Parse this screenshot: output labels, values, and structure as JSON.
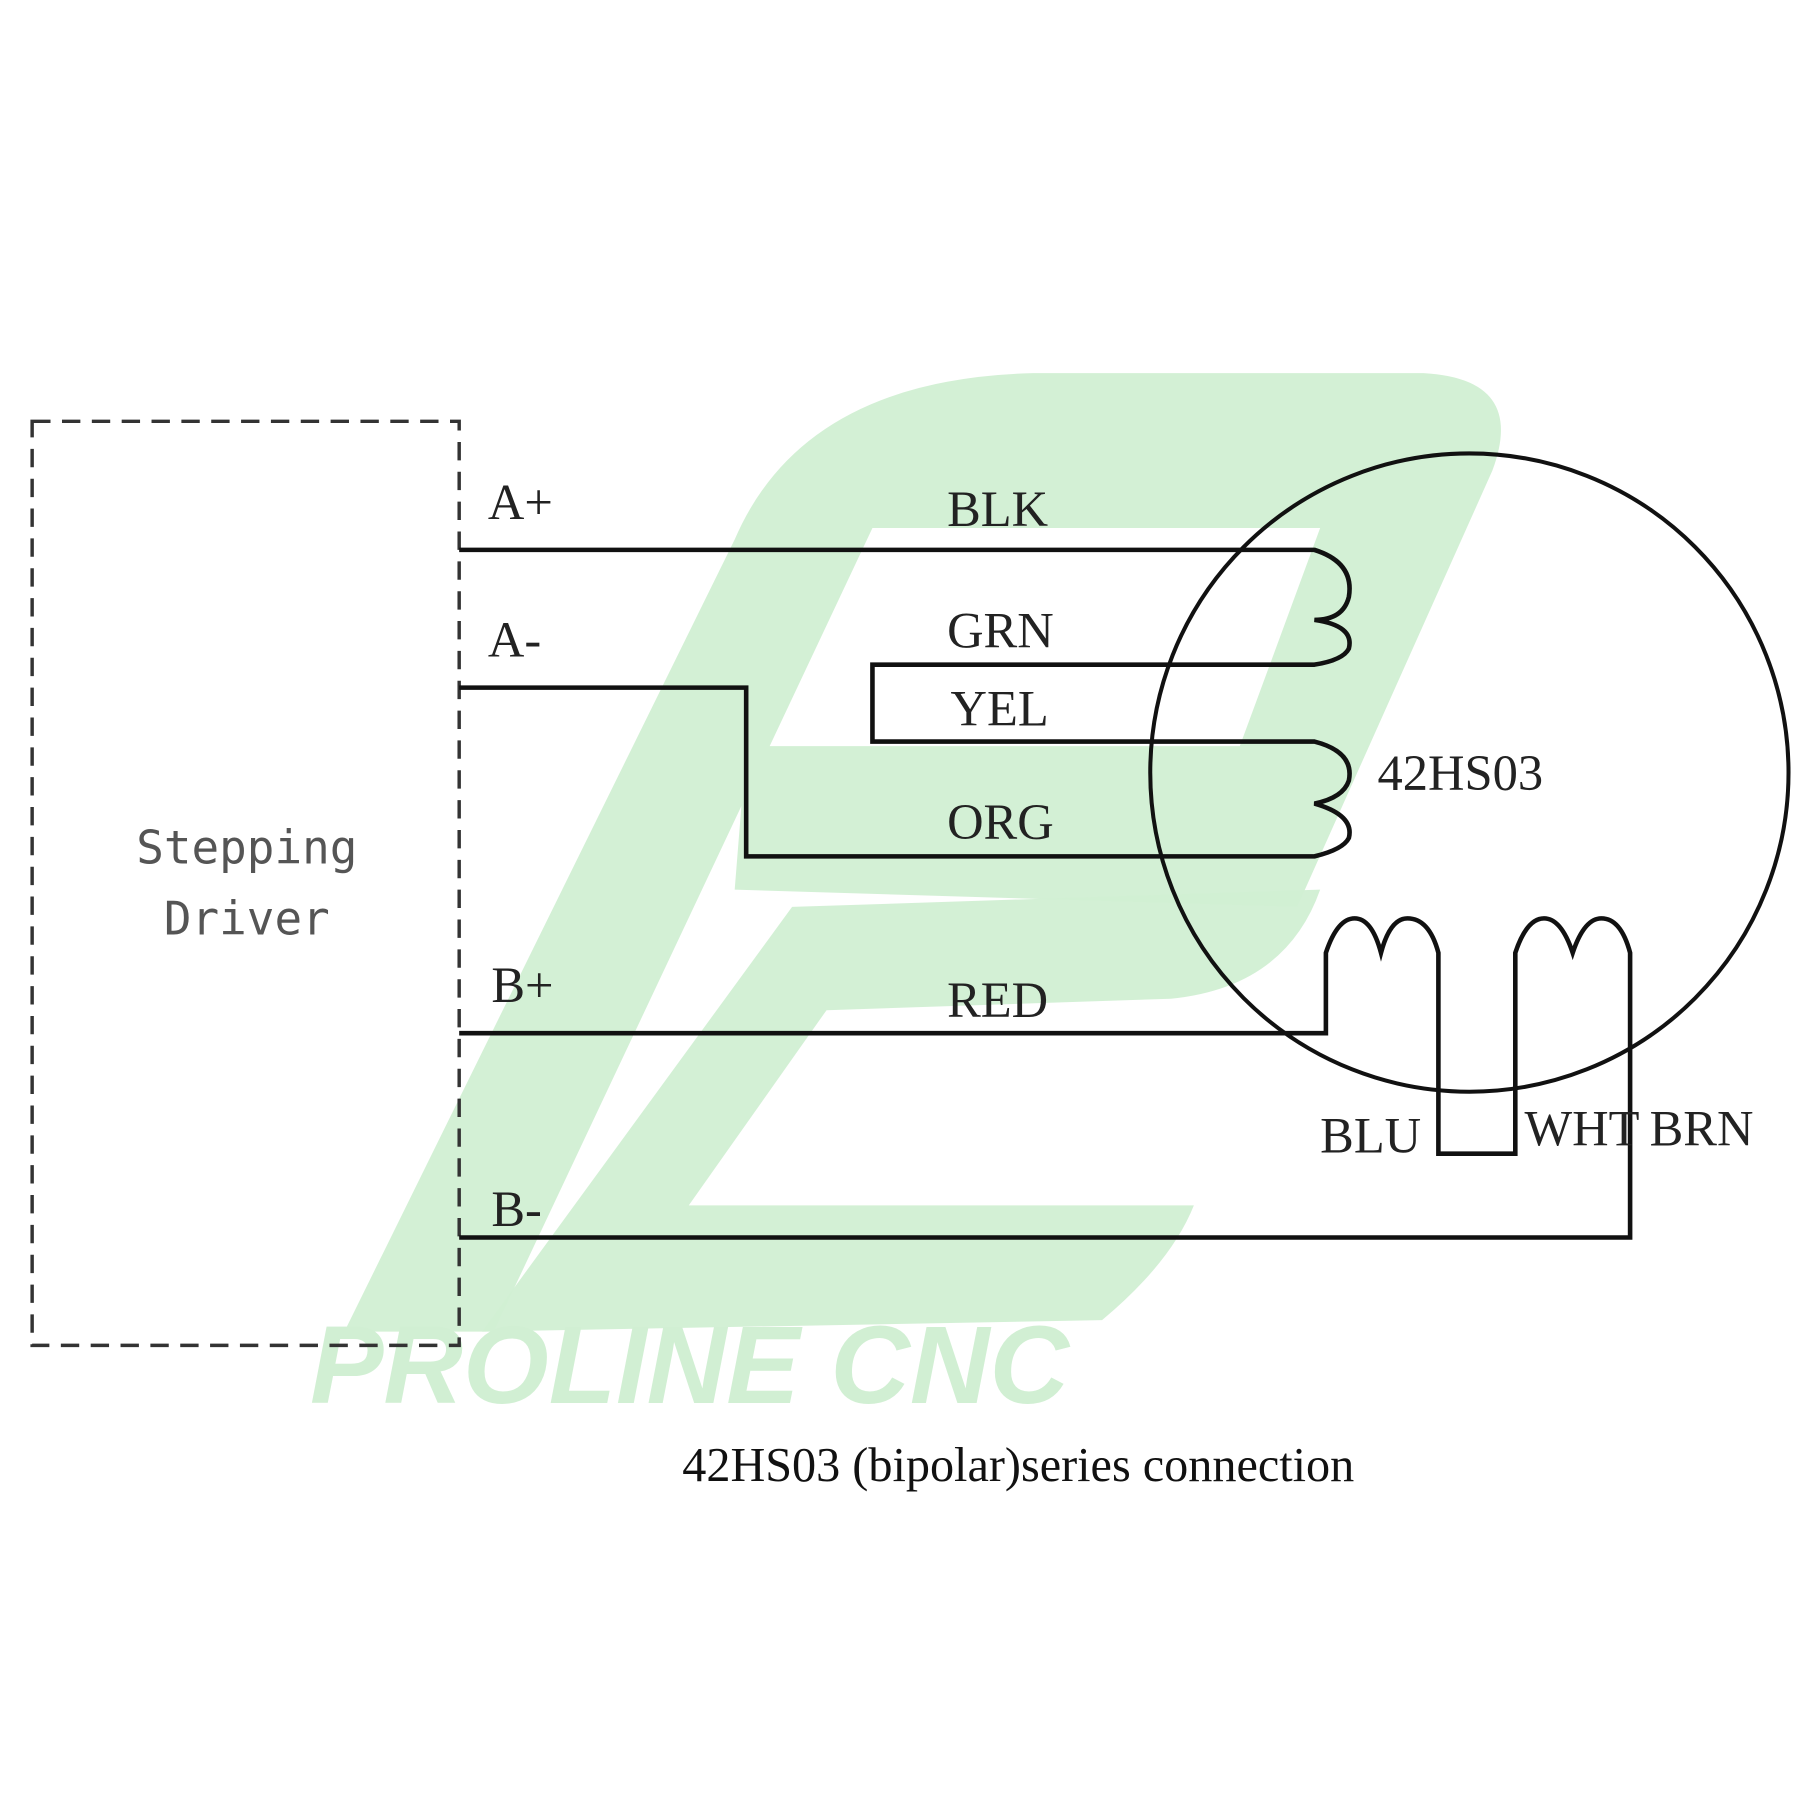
{
  "driver": {
    "line1": "Stepping",
    "line2": "Driver"
  },
  "terminals": [
    "A+",
    "A-",
    "B+",
    "B-"
  ],
  "wires": {
    "blk": "BLK",
    "grn": "GRN",
    "yel": "YEL",
    "org": "ORG",
    "red": "RED",
    "blu": "BLU",
    "wht": "WHT",
    "brn": "BRN"
  },
  "motor": {
    "model": "42HS03"
  },
  "caption": "42HS03 (bipolar)series connection",
  "watermark": {
    "text": "PROLINE CNC",
    "color": "#d1efd3"
  }
}
